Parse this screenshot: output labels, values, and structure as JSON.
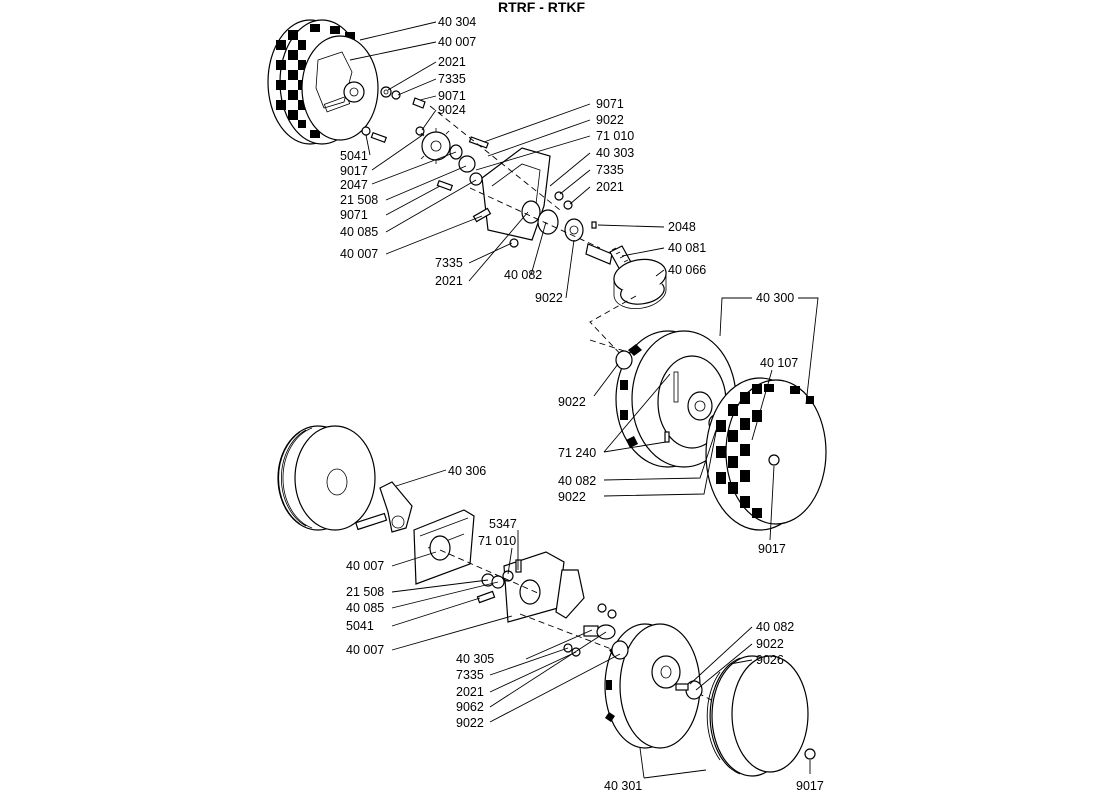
{
  "title": "RTRF - RTKF",
  "labels": {
    "p40304": "40 304",
    "p40007a": "40 007",
    "p2021a": "2021",
    "p7335a": "7335",
    "p9071a": "9071",
    "p9024": "9024",
    "p5041a": "5041",
    "p9017a": "9017",
    "p2047": "2047",
    "p21508a": "21 508",
    "p9071b": "9071",
    "p40085a": "40 085",
    "p40007b": "40 007",
    "p7335b": "7335",
    "p2021b": "2021",
    "p40082a": "40 082",
    "p9022a": "9022",
    "p9071c": "9071",
    "p9022b": "9022",
    "p71010a": "71 010",
    "p40303": "40 303",
    "p7335c": "7335",
    "p2021c": "2021",
    "p2048": "2048",
    "p40081": "40 081",
    "p40066": "40 066",
    "p40300": "40 300",
    "p40107": "40 107",
    "p9022c": "9022",
    "p71240": "71 240",
    "p40082b": "40 082",
    "p9022d": "9022",
    "p9017b": "9017",
    "p40306": "40 306",
    "p40007c": "40 007",
    "p5347": "5347",
    "p71010b": "71 010",
    "p21508b": "21 508",
    "p40085b": "40 085",
    "p5041b": "5041",
    "p40007d": "40 007",
    "p40305": "40 305",
    "p7335d": "7335",
    "p2021d": "2021",
    "p9062": "9062",
    "p9022e": "9022",
    "p40082c": "40 082",
    "p9022f": "9022",
    "p9026": "9026",
    "p9017c": "9017",
    "p40301": "40 301"
  }
}
